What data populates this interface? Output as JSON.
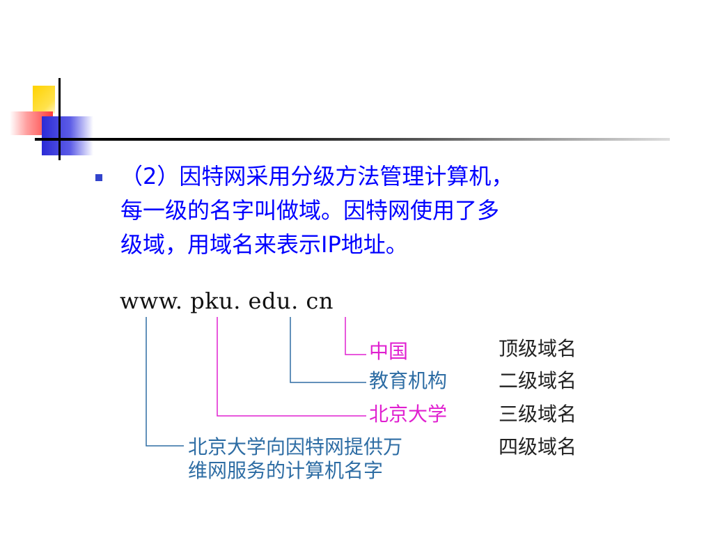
{
  "slide": {
    "text_lines": [
      "（2）因特网采用分级方法管理计算机，",
      "每一级的名字叫做域。因特网使用了多",
      "级域，用域名来表示IP地址。"
    ]
  },
  "diagram": {
    "domain_name": "www. pku. edu. cn",
    "parts": [
      {
        "meaning": "中国",
        "level": "顶级域名"
      },
      {
        "meaning": "教育机构",
        "level": "二级域名"
      },
      {
        "meaning": "北京大学",
        "level": "三级域名"
      },
      {
        "meaning_lines": [
          "北京大学向因特网提供万",
          "维网服务的计算机名字"
        ],
        "level": "四级域名"
      }
    ]
  },
  "colors": {
    "text_blue": "#0000ff",
    "bullet": "#3344cc",
    "connector_pink": "#e020d0",
    "connector_blue": "#2e6da4",
    "level_text": "#222222"
  }
}
